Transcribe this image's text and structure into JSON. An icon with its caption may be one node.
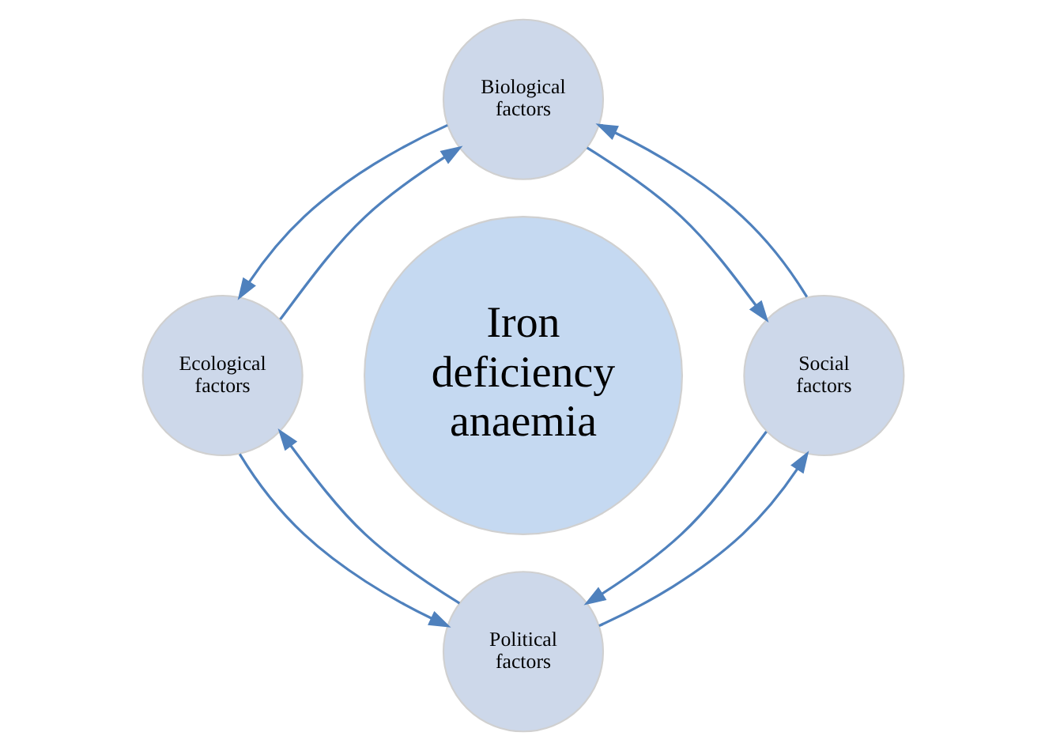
{
  "diagram": {
    "nodes": [
      {
        "text": [
          "Biological factors"
        ]
      },
      {
        "text": [
          "Ecological factors"
        ]
      },
      {
        "text": [
          "Iron deficiency anaemia"
        ]
      },
      {
        "text": [
          "Social factors"
        ]
      },
      {
        "text": [
          "Political factors"
        ]
      }
    ],
    "edges": [
      {
        "from": 1,
        "to": 0,
        "arrow": "to"
      },
      {
        "from": 0,
        "to": 1,
        "arrow": "to"
      },
      {
        "from": 0,
        "to": 3,
        "arrow": "to"
      },
      {
        "from": 3,
        "to": 0,
        "arrow": "to"
      },
      {
        "from": 3,
        "to": 4,
        "arrow": "to"
      },
      {
        "from": 4,
        "to": 3,
        "arrow": "to"
      },
      {
        "from": 4,
        "to": 1,
        "arrow": "to"
      },
      {
        "from": 1,
        "to": 4,
        "arrow": "to"
      }
    ]
  }
}
